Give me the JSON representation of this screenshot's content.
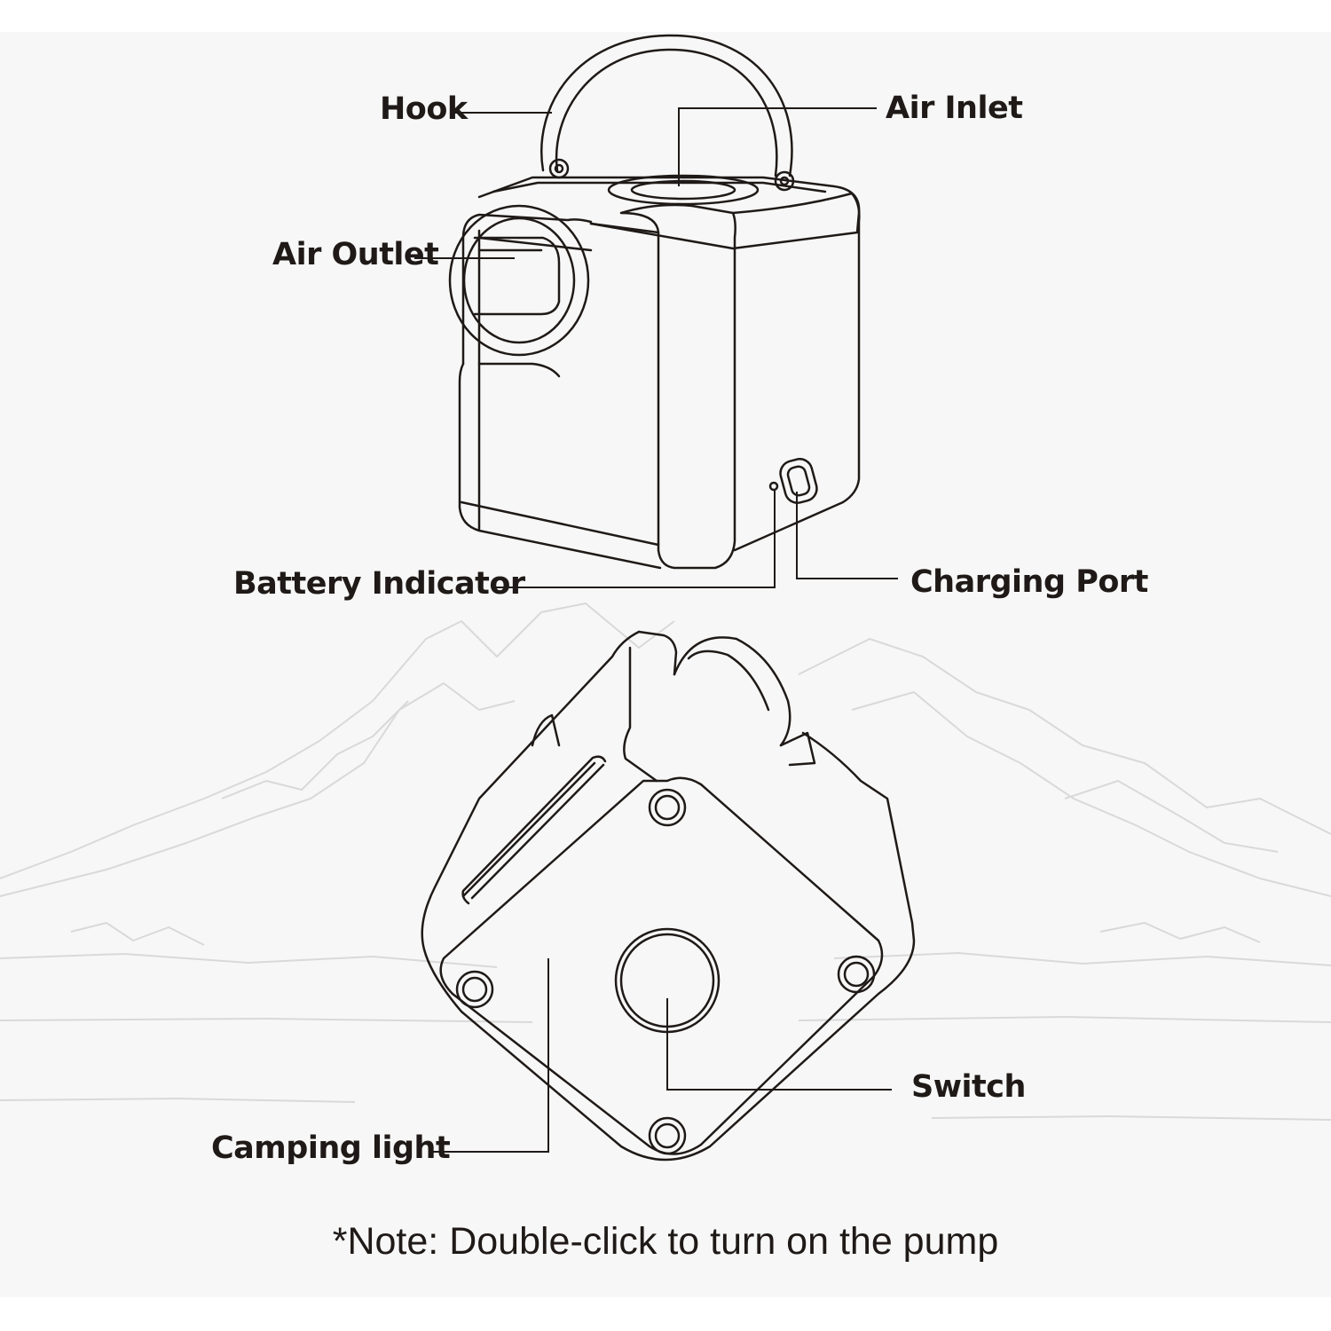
{
  "labels": {
    "hook": "Hook",
    "air_inlet": "Air Inlet",
    "air_outlet": "Air Outlet",
    "battery_indicator": "Battery Indicator",
    "charging_port": "Charging Port",
    "switch": "Switch",
    "camping_light": "Camping light"
  },
  "note": "*Note: Double-click to turn on the pump",
  "colors": {
    "text": "#1f1a17",
    "line": "#1f1a17",
    "panel": "#f7f7f7",
    "mountain": "#d9d9d9"
  }
}
